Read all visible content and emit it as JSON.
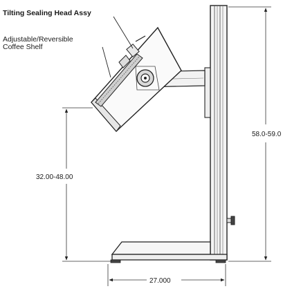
{
  "callouts": {
    "sealing_head": "Tilting Sealing Head Assy",
    "shelf_line1": "Adjustable/Reversible",
    "shelf_line2": "Coffee Shelf"
  },
  "dimensions": {
    "overall_height": "58.0-59.0",
    "shelf_height_range": "32.00-48.00",
    "base_depth": "27.000"
  },
  "colors": {
    "ink": "#222222",
    "background": "#ffffff"
  }
}
